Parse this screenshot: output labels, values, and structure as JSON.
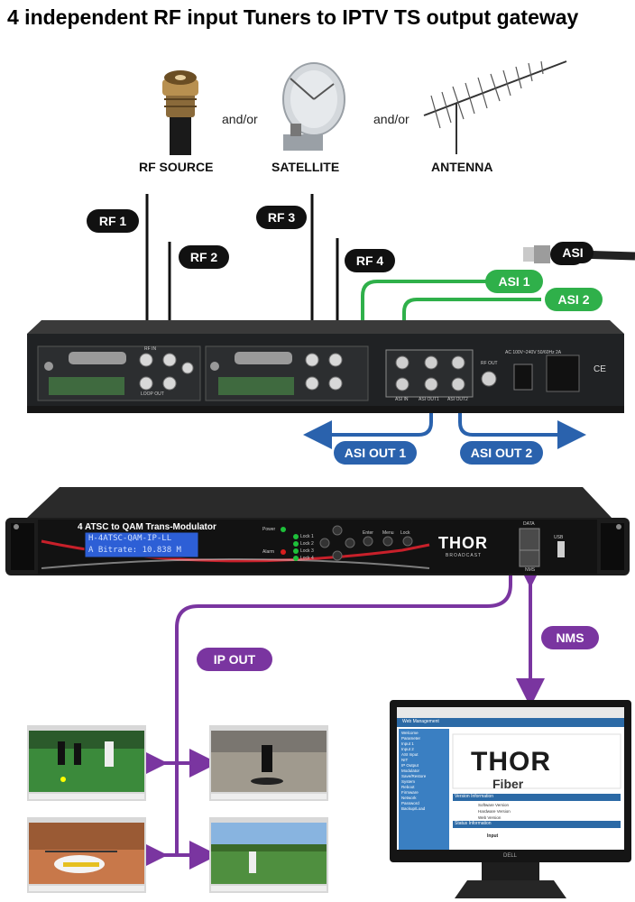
{
  "title": "4 independent RF input Tuners to IPTV TS output gateway",
  "sources": {
    "rf_source": "RF SOURCE",
    "satellite": "SATELLITE",
    "antenna": "ANTENNA",
    "andor_1": "and/or",
    "andor_2": "and/or"
  },
  "inputs": {
    "rf1": "RF 1",
    "rf2": "RF 2",
    "rf3": "RF 3",
    "rf4": "RF 4",
    "asi_cable": "ASI",
    "asi1": "ASI 1",
    "asi2": "ASI 2"
  },
  "rear_panel": {
    "rf_in": "RF IN",
    "loop_out": "LOOP OUT",
    "asi_in": "ASI IN",
    "asi_out1": "ASI OUT1",
    "asi_out2": "ASI OUT2",
    "rf_out": "RF OUT",
    "ac_label": "AC 100V~240V 50/60Hz 2A"
  },
  "outputs": {
    "asi_out_1": "ASI OUT 1",
    "asi_out_2": "ASI OUT 2",
    "nms": "NMS",
    "ip_out": "IP OUT"
  },
  "front_panel": {
    "model_title": "4 ATSC to QAM Trans-Modulator",
    "lcd_line1": "H-4ATSC-QAM-IP-LL",
    "lcd_line2": "A Bitrate: 10.838 M",
    "power": "Power",
    "alarm": "Alarm",
    "lock1": "Lock 1",
    "lock2": "Lock 2",
    "lock3": "Lock 3",
    "lock4": "Lock 4",
    "enter": "Enter",
    "menu": "Menu",
    "lock": "Lock",
    "brand": "THOR",
    "brand_sub": "BROADCAST",
    "data_port": "DATA",
    "nms_port": "NMS",
    "usb": "USB"
  },
  "monitor": {
    "header": "Web Management",
    "menu_items": [
      "Welcome",
      "Parameter",
      "Input 1",
      "Input 2",
      "ASI Input",
      "NIT",
      "IP Output",
      "Modulator",
      "Save/Restore",
      "System",
      "Reboot",
      "Firmware",
      "Network",
      "Password",
      "Backup/Load"
    ],
    "brand": "THOR",
    "brand_sub": "Fiber",
    "version_header": "Version Information",
    "software_version": "Software Version",
    "hardware_version": "Hardware Version",
    "web_version": "Web Version",
    "status_header": "Status Information",
    "input_label": "Input",
    "bezel_brand": "DELL"
  },
  "colors": {
    "black_pill": "#111111",
    "green": "#2fb04a",
    "blue": "#2a62ad",
    "purple": "#7a35a0",
    "lcd": "#2d5fd6"
  }
}
